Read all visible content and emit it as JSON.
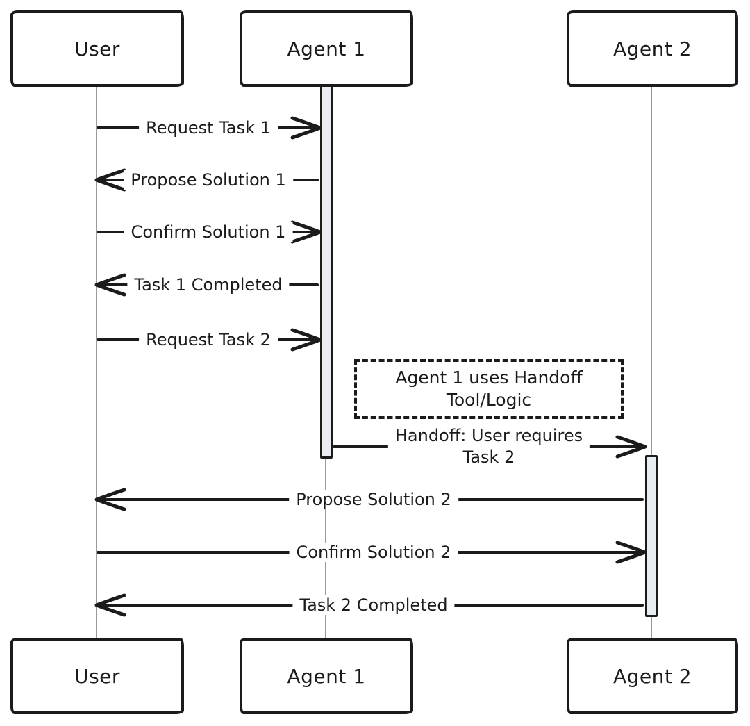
{
  "diagram": {
    "type": "sequence-diagram",
    "style": "hand-drawn",
    "colors": {
      "stroke": "#1b1b1b",
      "lifeline": "#9a9a9a",
      "activation_fill": "#e9edf1",
      "background": "#ffffff"
    },
    "actors": [
      {
        "id": "user",
        "label": "User"
      },
      {
        "id": "agent1",
        "label": "Agent 1"
      },
      {
        "id": "agent2",
        "label": "Agent 2"
      }
    ],
    "activations": [
      {
        "actor": "Agent 1",
        "from_message": "Request Task 1",
        "to_message": "Handoff: User requires Task 2"
      },
      {
        "actor": "Agent 2",
        "from_message": "Handoff: User requires Task 2",
        "to_message": "Task 2 Completed"
      }
    ],
    "messages": [
      {
        "from": "User",
        "to": "Agent 1",
        "label": "Request Task 1",
        "direction": "right"
      },
      {
        "from": "Agent 1",
        "to": "User",
        "label": "Propose Solution 1",
        "direction": "left"
      },
      {
        "from": "User",
        "to": "Agent 1",
        "label": "Confirm Solution 1",
        "direction": "right"
      },
      {
        "from": "Agent 1",
        "to": "User",
        "label": "Task 1 Completed",
        "direction": "left"
      },
      {
        "from": "User",
        "to": "Agent 1",
        "label": "Request Task 2",
        "direction": "right"
      },
      {
        "from": "Agent 1",
        "to": "Agent 2",
        "label": "Handoff: User requires Task 2",
        "lines": [
          "Handoff: User requires",
          "Task 2"
        ],
        "direction": "right"
      },
      {
        "from": "Agent 2",
        "to": "User",
        "label": "Propose Solution 2",
        "direction": "left"
      },
      {
        "from": "User",
        "to": "Agent 2",
        "label": "Confirm Solution 2",
        "direction": "right"
      },
      {
        "from": "Agent 2",
        "to": "User",
        "label": "Task 2 Completed",
        "direction": "left"
      }
    ],
    "note": {
      "label": "Agent 1 uses Handoff Tool/Logic",
      "lines": [
        "Agent 1 uses Handoff",
        "Tool/Logic"
      ]
    }
  }
}
